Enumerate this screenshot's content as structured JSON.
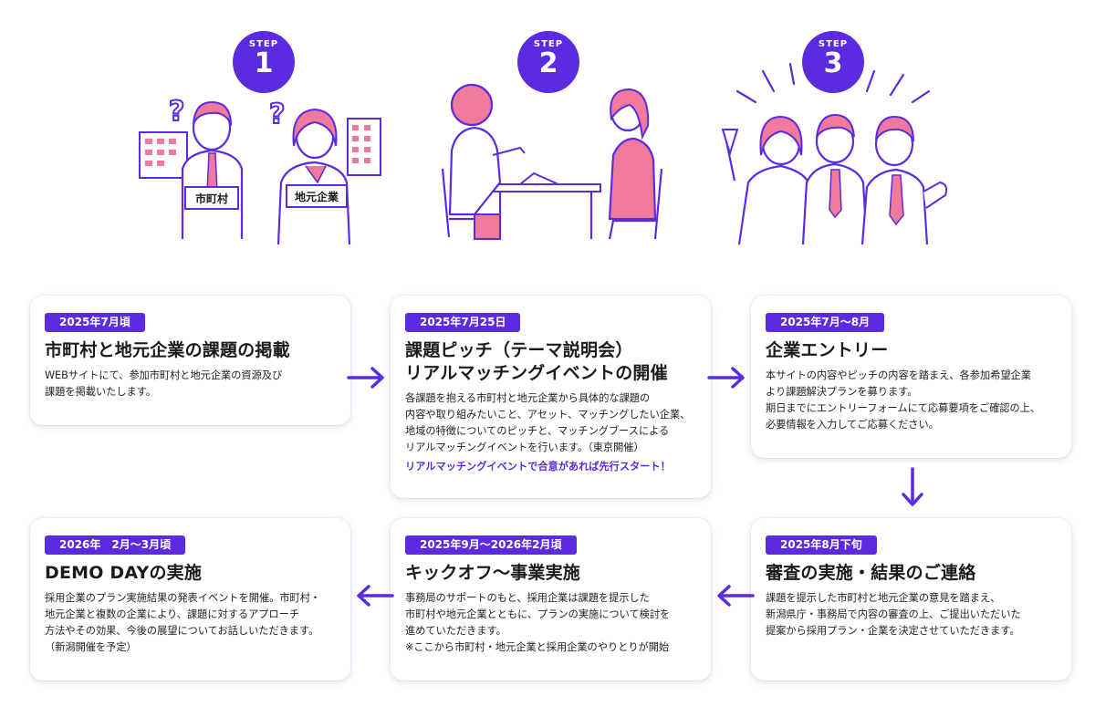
{
  "colors": {
    "accent": "#5b2be0",
    "pink": "#f07a9c",
    "card_bg": "#ffffff"
  },
  "steps": [
    {
      "step_label": "STEP",
      "number": "1",
      "sign_a": "市町村",
      "sign_b": "地元企業"
    },
    {
      "step_label": "STEP",
      "number": "2"
    },
    {
      "step_label": "STEP",
      "number": "3"
    }
  ],
  "cards": [
    {
      "date": "2025年7月頃",
      "title": "市町村と地元企業の課題の掲載",
      "body": "WEBサイトにて、参加市町村と地元企業の資源及び\n課題を掲載いたします。"
    },
    {
      "date": "2025年7月25日",
      "title": "課題ピッチ（テーマ説明会）\nリアルマッチングイベントの開催",
      "body": "各課題を抱える市町村と地元企業から具体的な課題の\n内容や取り組みたいこと、アセット、マッチングしたい企業、\n地域の特徴についてのピッチと、マッチングブースによる\nリアルマッチングイベントを行います。（東京開催）",
      "note": "リアルマッチングイベントで合意があれば先行スタート！"
    },
    {
      "date": "2025年7月〜8月",
      "title": "企業エントリー",
      "body": "本サイトの内容やピッチの内容を踏まえ、各参加希望企業\nより課題解決プランを募ります。\n期日までにエントリーフォームにて応募要項をご確認の上、\n必要情報を入力してご応募ください。"
    },
    {
      "date": "2025年8月下旬",
      "title": "審査の実施・結果のご連絡",
      "body": "課題を提示した市町村と地元企業の意見を踏まえ、\n新潟県庁・事務局で内容の審査の上、ご提出いただいた\n提案から採用プラン・企業を決定させていただきます。"
    },
    {
      "date": "2025年9月〜2026年2月頃",
      "title": "キックオフ〜事業実施",
      "body": "事務局のサポートのもと、採用企業は課題を提示した\n市町村や地元企業とともに、プランの実施について検討を\n進めていただきます。",
      "extra": "※ここから市町村・地元企業と採用企業のやりとりが開始"
    },
    {
      "date": "2026年　2月〜3月頃",
      "title": "DEMO DAYの実施",
      "body": "採用企業のプラン実施結果の発表イベントを開催。市町村・\n地元企業と複数の企業により、課題に対するアプローチ\n方法やその効果、今後の展望についてお話しいただきます。\n（新潟開催を予定）"
    }
  ]
}
